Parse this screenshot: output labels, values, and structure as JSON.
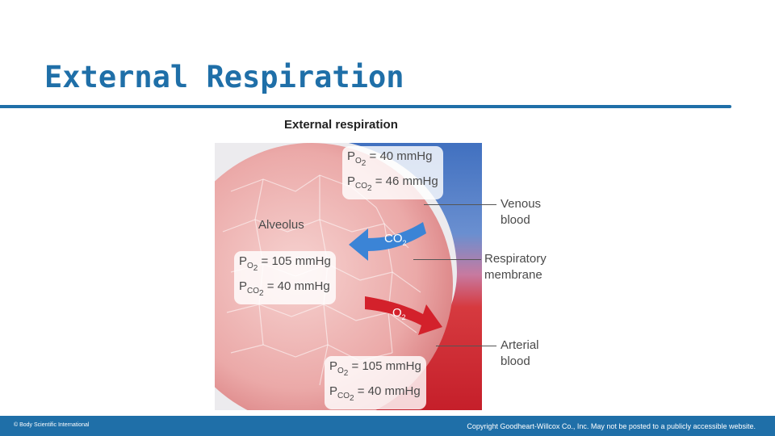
{
  "slide": {
    "title": "External Respiration"
  },
  "figure": {
    "title": "External respiration",
    "alveolus_label": "Alveolus",
    "venous": {
      "po2": "= 40 mmHg",
      "pco2": "= 46 mmHg"
    },
    "alveolar": {
      "po2": "= 105 mmHg",
      "pco2": "= 40 mmHg"
    },
    "arterial": {
      "po2": "= 105 mmHg",
      "pco2": "= 40 mmHg"
    },
    "p_letter": "P",
    "o_sub": "O",
    "co_sub": "CO",
    "two": "2",
    "co2_arrow": {
      "main": "CO",
      "sub": "2"
    },
    "o2_arrow": {
      "main": "O",
      "sub": "2"
    },
    "callouts": {
      "venous_line1": "Venous",
      "venous_line2": "blood",
      "membrane_line1": "Respiratory",
      "membrane_line2": "membrane",
      "arterial_line1": "Arterial",
      "arterial_line2": "blood"
    }
  },
  "footer": {
    "left": "© Body Scientific International",
    "right": "Copyright Goodheart-Willcox Co., Inc.  May not be posted to a publicly accessible website."
  },
  "colors": {
    "brand_blue": "#1f6fa8",
    "venous_blue": "#4a7fc6",
    "arterial_red": "#d3212b",
    "alveolus_pink": "#e9a6a4"
  }
}
